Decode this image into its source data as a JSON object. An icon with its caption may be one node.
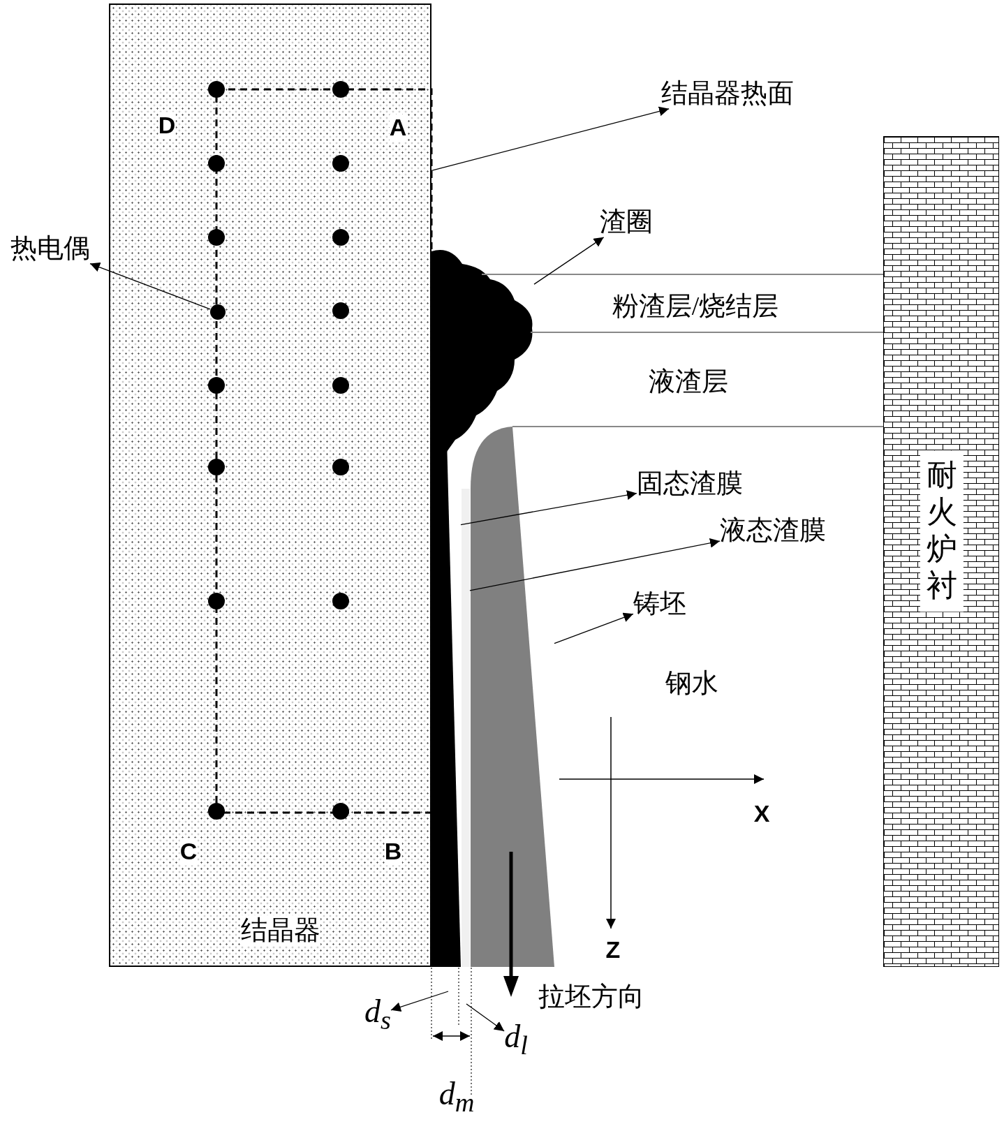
{
  "diagram": {
    "nodes": [
      {
        "text": [
          "结晶器"
        ]
      },
      {
        "text": [],
        "shape": "circle",
        "in": 0
      },
      {
        "text": [],
        "shape": "cloud"
      },
      {
        "text": [],
        "shape": "bar"
      },
      {
        "text": [],
        "shape": "bar"
      },
      {
        "text": [],
        "shape": "bar"
      },
      {
        "text": [
          "耐火炉衬"
        ]
      },
      {
        "text": [
          "结晶器热面"
        ]
      },
      {
        "text": [
          "热电偶"
        ]
      },
      {
        "text": [
          "渣圈"
        ]
      },
      {
        "text": [
          "固态渣膜"
        ]
      },
      {
        "text": [
          "液态渣膜"
        ]
      },
      {
        "text": [
          "铸坯"
        ]
      },
      {
        "text": [
          "d$_{s}$"
        ]
      },
      {
        "text": [
          "d$_{l}$"
        ]
      }
    ],
    "edges": [
      {
        "from": 0,
        "to": 7,
        "arrow": "to"
      },
      {
        "from": 1,
        "to": 8,
        "arrow": "to"
      },
      {
        "from": 2,
        "to": 9,
        "arrow": "to"
      },
      {
        "from": 3,
        "to": 10,
        "arrow": "to"
      },
      {
        "from": 4,
        "to": 11,
        "arrow": "to"
      },
      {
        "from": 5,
        "to": 12,
        "arrow": "to"
      },
      {
        "from": null,
        "to": 13,
        "arrow": "to"
      },
      {
        "from": null,
        "to": 14,
        "arrow": "to"
      }
    ],
    "labels": [
      "D",
      "A",
      "粉渣层/烧结层",
      "液渣层",
      "钢水",
      "X",
      "C",
      "B",
      "Z",
      "拉坯方向",
      "d$_{m}$"
    ]
  }
}
